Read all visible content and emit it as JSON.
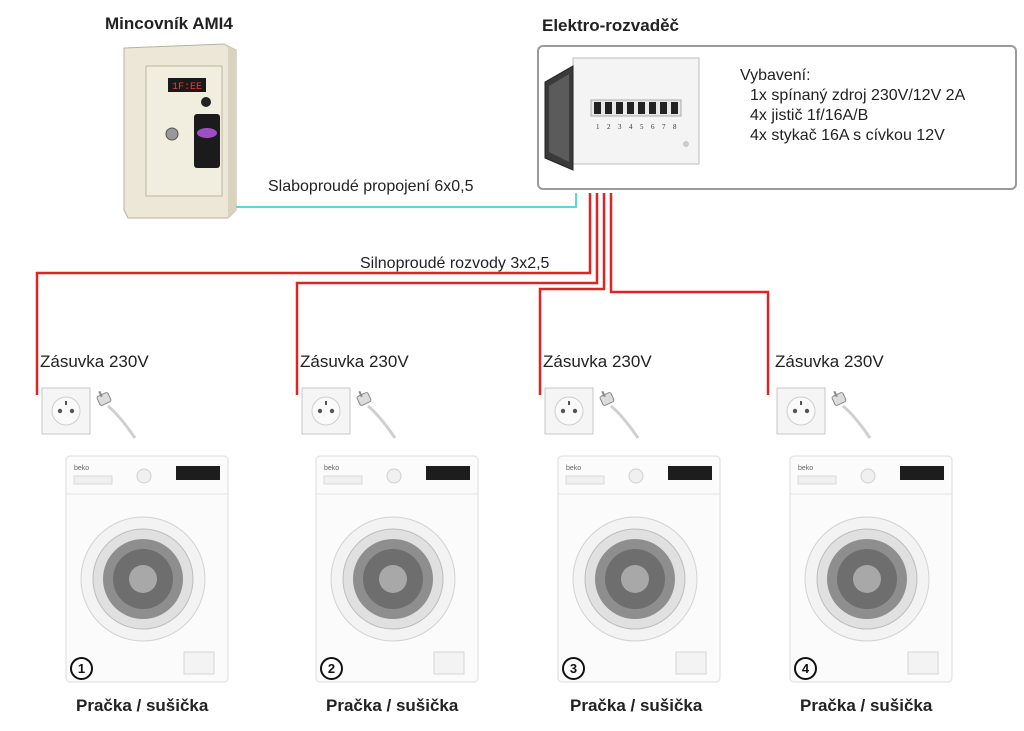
{
  "coin_box": {
    "title": "Mincovník AMI4",
    "display": "1F:EE"
  },
  "panel": {
    "title": "Elektro-rozvaděč",
    "equipment_title": "Vybavení:",
    "equipment": [
      "1x spínaný zdroj 230V/12V 2A",
      "4x jistič 1f/16A/B",
      "4x stykač 16A s cívkou 12V"
    ],
    "breaker_numbers": [
      "1",
      "2",
      "3",
      "4",
      "5",
      "6",
      "7",
      "8"
    ]
  },
  "wiring": {
    "low_voltage_label": "Slaboproudé propojení 6x0,5",
    "power_label": "Silnoproudé rozvody 3x2,5",
    "low_voltage_color": "#5fd3e0",
    "power_color": "#e02424"
  },
  "units": [
    {
      "socket_label": "Zásuvka 230V",
      "number": "1",
      "machine_label": "Pračka / sušička",
      "brand": "beko"
    },
    {
      "socket_label": "Zásuvka 230V",
      "number": "2",
      "machine_label": "Pračka / sušička",
      "brand": "beko"
    },
    {
      "socket_label": "Zásuvka 230V",
      "number": "3",
      "machine_label": "Pračka / sušička",
      "brand": "beko"
    },
    {
      "socket_label": "Zásuvka 230V",
      "number": "4",
      "machine_label": "Pračka / sušička",
      "brand": "beko"
    }
  ]
}
